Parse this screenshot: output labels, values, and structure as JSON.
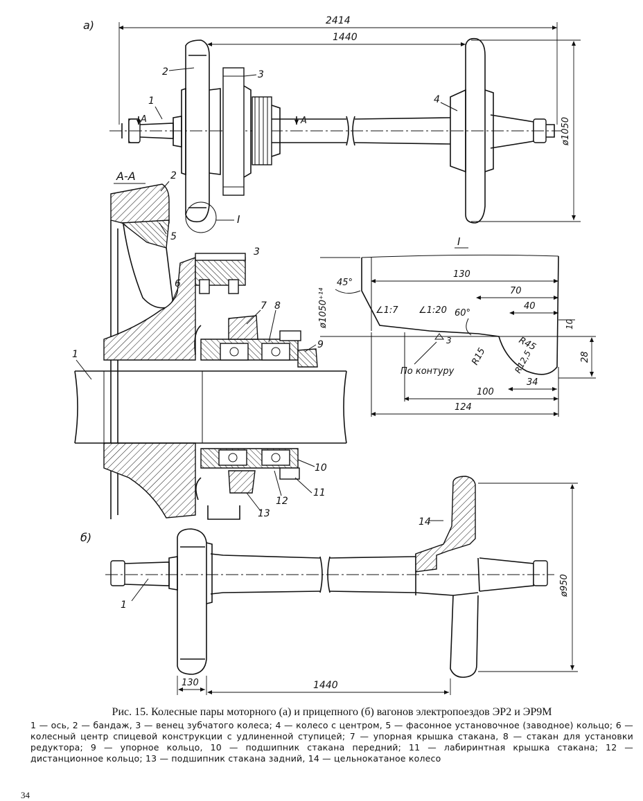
{
  "labels": {
    "view_a": "а)",
    "view_b": "б)",
    "section_aa": "A-A",
    "detail_I": "I",
    "callout_I": "I",
    "cut_A_left": "A",
    "cut_A_right": "A"
  },
  "dimensions": {
    "d2414": "2414",
    "d1440_top": "1440",
    "d1050": "ø1050",
    "d1050_tol": "ø1050⁺¹⁴",
    "d130": "130",
    "d70": "70",
    "d40": "40",
    "d10": "10",
    "d28": "28",
    "d34": "34",
    "d100": "100",
    "d124": "124",
    "a45": "45°",
    "a60": "60°",
    "slope1": "∠1:7",
    "slope2": "∠1:20",
    "r15": "R15",
    "r45": "R45",
    "r125": "R12,5",
    "rough": "3",
    "po_konturu": "По контуру",
    "d950": "ø950",
    "d130_b": "130",
    "d1440_b": "1440"
  },
  "callouts": [
    "1",
    "2",
    "3",
    "4",
    "5",
    "6",
    "7",
    "8",
    "9",
    "10",
    "11",
    "12",
    "13",
    "14"
  ],
  "caption": {
    "title": "Рис. 15. Колесные пары моторного (а) и прицепного (б) вагонов электропоездов ЭР2 и ЭР9М",
    "legend": "1 — ось, 2 — бандаж, 3 — венец зубчатого колеса; 4 — колесо с центром, 5 — фасонное установочное (заводное) кольцо; 6 — колесный центр спицевой конструкции с удлиненной ступицей; 7 — упорная крышка стакана, 8 — стакан для установки редуктора; 9 — упорное кольцо, 10 — подшипник стакана передний; 11 — лабиринтная крышка стакана; 12 — дистанционное кольцо; 13 — подшипник стакана задний, 14 — цельнокатаное колесо"
  },
  "page_number": "34"
}
